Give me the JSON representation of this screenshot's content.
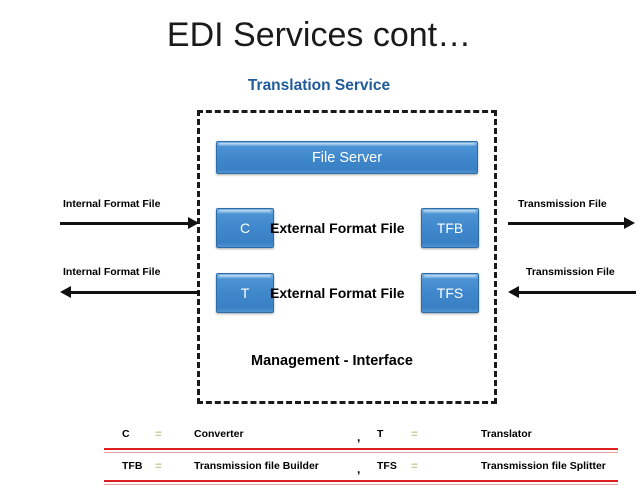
{
  "slide": {
    "title": "EDI Services cont…",
    "subtitle": "Translation Service"
  },
  "diagram": {
    "file_server": "File Server",
    "row1": {
      "left_box": "C",
      "center_label": "External Format File",
      "right_box": "TFB"
    },
    "row2": {
      "left_box": "T",
      "center_label": "External Format File",
      "right_box": "TFS"
    },
    "management_label": "Management - Interface"
  },
  "arrows": {
    "left_top": {
      "caption": "Internal Format File",
      "direction": "right"
    },
    "left_bottom": {
      "caption": "Internal Format File",
      "direction": "left"
    },
    "right_top": {
      "caption": "Transmission File",
      "direction": "right"
    },
    "right_bottom": {
      "caption": "Transmission File",
      "direction": "left"
    }
  },
  "legend": {
    "separator_glyph": "=",
    "comma": ",",
    "rows": [
      {
        "abbr_a": "C",
        "full_a": "Converter",
        "abbr_b": "T",
        "full_b": "Translator"
      },
      {
        "abbr_a": "TFB",
        "full_a": "Transmission file Builder",
        "abbr_b": "TFS",
        "full_b": "Transmission file Splitter"
      }
    ]
  },
  "colors": {
    "subtitle": "#1f5a99",
    "box_blue": "#4c93d3",
    "legend_rule": "#e02020",
    "legend_eq": "#c8cf9a"
  }
}
